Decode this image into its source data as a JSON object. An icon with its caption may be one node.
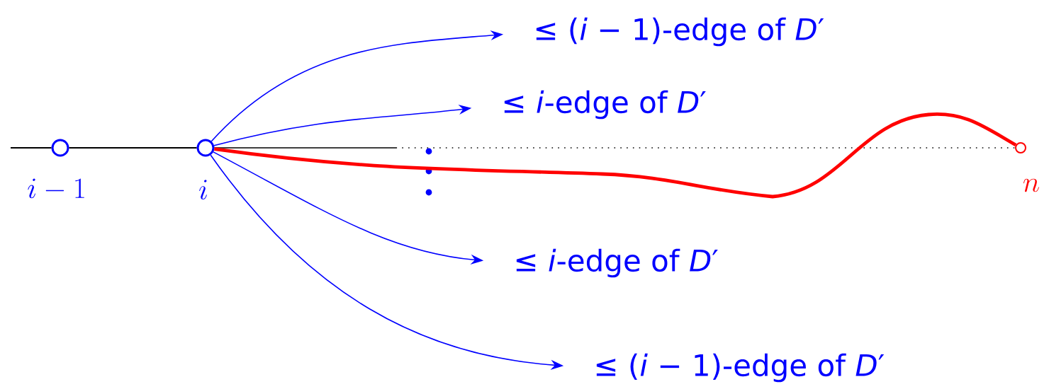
{
  "diagram": {
    "nodes": [
      {
        "text": [],
        "shape": "circle",
        "beside": [
          "i-1"
        ]
      },
      {
        "text": [],
        "shape": "circle",
        "beside": [
          "i"
        ]
      },
      {
        "text": [],
        "shape": "circle",
        "beside": [
          "n"
        ]
      },
      {
        "text": [
          "≤ (*i* − 1)-edge of *D*′"
        ]
      },
      {
        "text": [
          "≤ *i*-edge of *D*′"
        ]
      },
      {
        "text": [
          "≤ *i*-edge of *D*′"
        ]
      },
      {
        "text": [
          "≤ (*i* − 1)-edge of *D*′"
        ]
      }
    ],
    "edges": [
      {
        "from": null,
        "to": 0,
        "arrow": "none",
        "color": "#000000"
      },
      {
        "from": 0,
        "to": 1,
        "arrow": "none",
        "color": "#000000"
      },
      {
        "from": 1,
        "to": 2,
        "arrow": "none",
        "style": "dashed",
        "color": "#000000"
      },
      {
        "from": 1,
        "to": 2,
        "arrow": "none",
        "style": "thick",
        "color": "#ff0000"
      },
      {
        "from": 1,
        "to": 3,
        "arrow": "to"
      },
      {
        "from": 1,
        "to": 4,
        "arrow": "to"
      },
      {
        "from": 1,
        "to": 5,
        "arrow": "to"
      },
      {
        "from": 1,
        "to": 6,
        "arrow": "to"
      }
    ]
  }
}
